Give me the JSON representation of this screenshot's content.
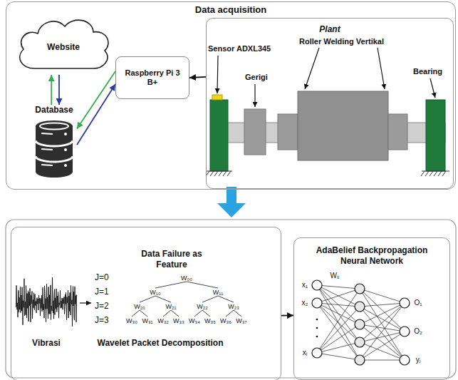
{
  "diagram": {
    "nodes": [
      {
        "text": [
          "Data acquisition"
        ]
      },
      {
        "text": [
          "Website"
        ],
        "in": 0
      },
      {
        "text": [
          "Database"
        ],
        "in": 0
      },
      {
        "text": [
          "Raspberry Pi 3 B+"
        ],
        "in": 0
      },
      {
        "text": [
          "Plant"
        ],
        "in": 0
      },
      {
        "text": [
          "Data Failure as Feature"
        ]
      },
      {
        "text": [
          "AdaBelief Backpropagation Neural Network"
        ]
      }
    ],
    "edges": [
      {
        "from": 2,
        "to": 1,
        "arrow": "to"
      },
      {
        "from": 1,
        "to": 2,
        "arrow": "to"
      },
      {
        "from": 3,
        "to": 2,
        "arrow": "to"
      },
      {
        "from": 2,
        "to": 3,
        "arrow": "to"
      },
      {
        "from": 4,
        "to": 3,
        "arrow": "to"
      },
      {
        "from": 5,
        "to": 6,
        "arrow": "to"
      }
    ],
    "labels": [
      "Sensor ADXL345",
      "Gerigi",
      "Roller Welding Vertikal",
      "Bearing",
      "Vibrasi",
      "J=0",
      "J=1",
      "J=2",
      "J=3",
      "W₀₀",
      "W₁₀",
      "W₁₁",
      "W₂₀",
      "W₂₁",
      "W₂₂",
      "W₂₃",
      "W₃₀",
      "W₃₁",
      "W₃₂",
      "W₃₃",
      "W₃₄",
      "W₃₅",
      "W₃₆",
      "W₃₇",
      "Wavelet Packet Decomposition",
      "x₁",
      "x₂",
      "xᵢ",
      "Wᵢⱼ",
      "O₁",
      "O₂",
      "yⱼ"
    ]
  }
}
